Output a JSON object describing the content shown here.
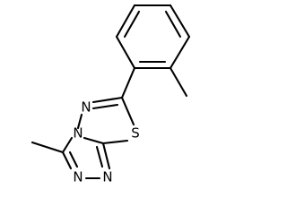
{
  "molecule": {
    "atoms": {
      "n_upper_left": "N",
      "n_bridge": "N",
      "sulfur": "S",
      "n_bottom_left": "N",
      "n_bottom_right": "N"
    }
  }
}
